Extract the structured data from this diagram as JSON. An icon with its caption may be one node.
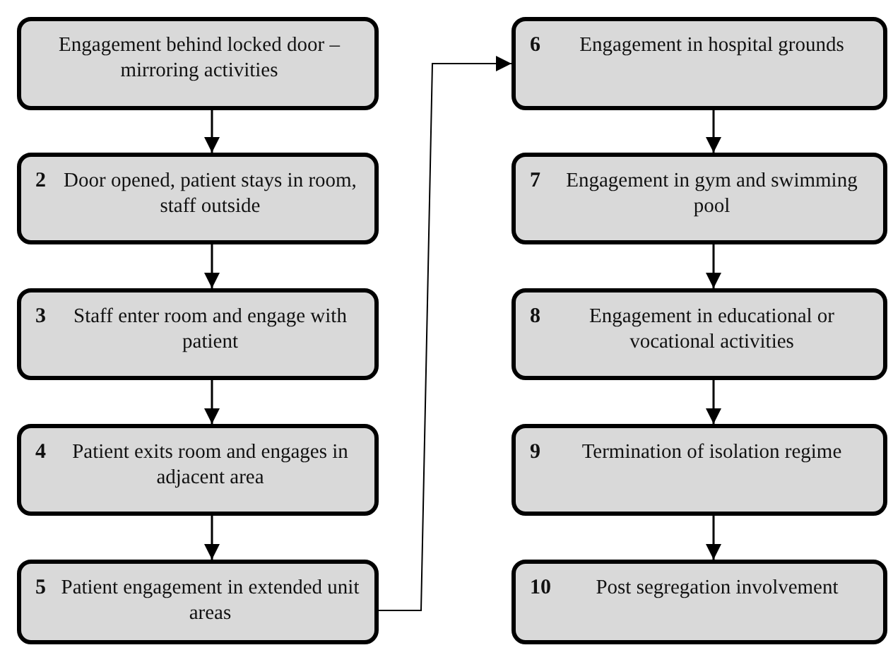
{
  "diagram": {
    "nodes": [
      {
        "text": [
          "Engagement behind locked door – mirroring activities"
        ]
      },
      {
        "text": [
          "2",
          "Door opened, patient stays in room, staff outside"
        ]
      },
      {
        "text": [
          "3",
          "Staff enter room and engage with patient"
        ]
      },
      {
        "text": [
          "4",
          "Patient exits room and engages in adjacent area"
        ]
      },
      {
        "text": [
          "5",
          "Patient engagement in extended unit areas"
        ]
      },
      {
        "text": [
          "6",
          "Engagement in hospital grounds"
        ]
      },
      {
        "text": [
          "7",
          "Engagement in gym and swimming pool"
        ]
      },
      {
        "text": [
          "8",
          "Engagement in educational or vocational activities"
        ]
      },
      {
        "text": [
          "9",
          "Termination of isolation regime"
        ]
      },
      {
        "text": [
          "10",
          "Post segregation involvement"
        ]
      }
    ],
    "edges": [
      {
        "from": 0,
        "to": 1,
        "arrow": "to"
      },
      {
        "from": 1,
        "to": 2,
        "arrow": "to"
      },
      {
        "from": 2,
        "to": 3,
        "arrow": "to"
      },
      {
        "from": 3,
        "to": 4,
        "arrow": "to"
      },
      {
        "from": 4,
        "to": 5,
        "arrow": "to"
      },
      {
        "from": 5,
        "to": 6,
        "arrow": "to"
      },
      {
        "from": 6,
        "to": 7,
        "arrow": "to"
      },
      {
        "from": 7,
        "to": 8,
        "arrow": "to"
      },
      {
        "from": 8,
        "to": 9,
        "arrow": "to"
      }
    ]
  }
}
